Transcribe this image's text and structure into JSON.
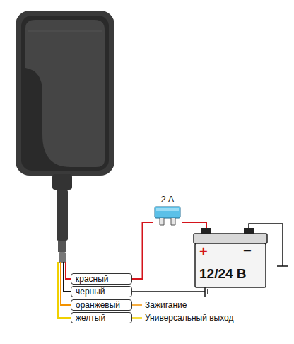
{
  "diagram": {
    "nodes": [
      {
        "text": [
          "2 A"
        ]
      },
      {
        "text": [
          "+",
          "−",
          "12/24 В"
        ]
      },
      {
        "text": [
          "красный"
        ]
      },
      {
        "text": [
          "черный"
        ]
      },
      {
        "text": [
          "оранжевый"
        ]
      },
      {
        "text": [
          "желтый"
        ]
      }
    ],
    "edges": [
      {
        "from": 2,
        "to": 0,
        "arrow": "none"
      },
      {
        "from": 0,
        "to": 1,
        "arrow": "none"
      }
    ],
    "labels": [
      "Зажигание",
      "Универсальный выход"
    ]
  }
}
